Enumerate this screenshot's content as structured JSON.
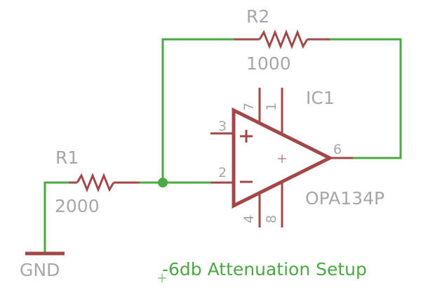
{
  "colors": {
    "wire": "#4ca844",
    "part": "#a24848",
    "label": "#a7a7a7",
    "note": "#4ca844"
  },
  "r1": {
    "name": "R1",
    "value": "2000"
  },
  "r2": {
    "name": "R2",
    "value": "1000"
  },
  "ic1": {
    "name": "IC1",
    "part": "OPA134P",
    "pins": {
      "p1": "1",
      "p2": "2",
      "p3": "3",
      "p4": "4",
      "p6": "6",
      "p7": "7",
      "p8": "8"
    }
  },
  "gnd": {
    "label": "GND"
  },
  "note": {
    "text": "-6db Attenuation Setup"
  }
}
